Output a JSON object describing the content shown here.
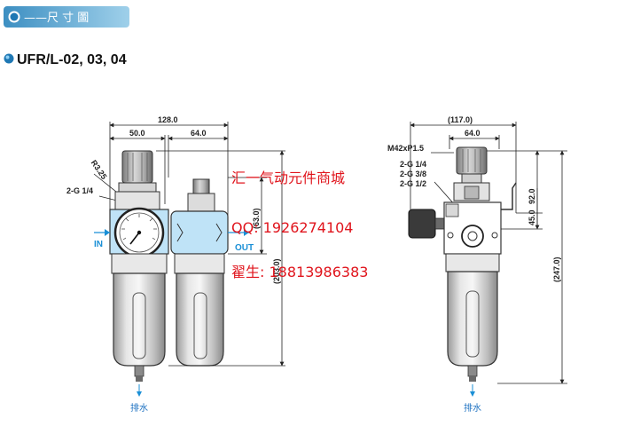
{
  "header": {
    "title": "——尺 寸 圖",
    "bar_color": "#5fa8cf",
    "bullet_color": "#2e86c1"
  },
  "subtitle": "UFR/L-02, 03, 04",
  "left_view": {
    "dims": {
      "overall_width": "128.0",
      "left_width": "50.0",
      "right_width": "64.0",
      "radius": "R3.25",
      "port_left": "2-G 1/4",
      "upper_height": "(63.0)",
      "total_height": "(203.0)"
    },
    "inlet_label": "IN",
    "outlet_label": "OUT",
    "drain_label": "排水"
  },
  "right_view": {
    "dims": {
      "overall_width": "(117.0)",
      "body_width": "64.0",
      "thread": "M42xP1.5",
      "port_1": "2-G 1/4",
      "port_2": "2-G 3/8",
      "port_3": "2-G 1/2",
      "height_92": "92.0",
      "height_45": "45.0",
      "total_height": "(247.0)"
    },
    "drain_label": "排水"
  },
  "watermark": {
    "shop": "汇一气动元件商城",
    "qq": "QQ: 1926274104",
    "contact": "翟生: 18813986383",
    "color": "#e0141c"
  },
  "colors": {
    "accent_blue": "#1a8fd6",
    "light_blue_body": "#bfe3f7",
    "gray_body": "#c8c8c8",
    "dark": "#222222"
  }
}
